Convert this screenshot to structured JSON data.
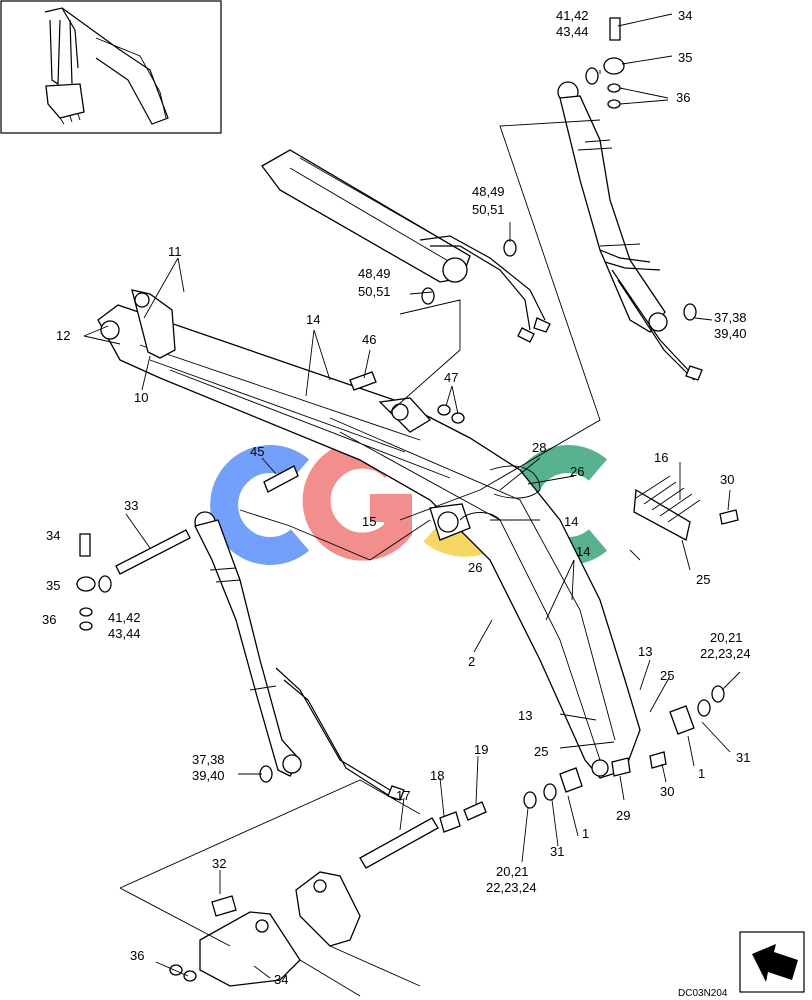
{
  "drawing_code": "DC03N204",
  "watermark": {
    "letters": [
      "C",
      "G",
      "S",
      "C"
    ],
    "colors": [
      "#5b8ff9",
      "#f07b78",
      "#f5d04a",
      "#3aa57a"
    ]
  },
  "callouts": {
    "c34_top": "34",
    "c41_top_a": "41,42",
    "c41_top_b": "43,44",
    "c35_top": "35",
    "c36_top": "36",
    "c48_a1": "48,49",
    "c48_b1": "50,51",
    "c48_a2": "48,49",
    "c48_b2": "50,51",
    "c37_top_a": "37,38",
    "c37_top_b": "39,40",
    "c11": "11",
    "c12": "12",
    "c10": "10",
    "c14_top": "14",
    "c46": "46",
    "c47": "47",
    "c28": "28",
    "c26_top": "26",
    "c16": "16",
    "c30_top": "30",
    "c45": "45",
    "c33": "33",
    "c34_left": "34",
    "c35_left": "35",
    "c36_left": "36",
    "c41_left_a": "41,42",
    "c41_left_b": "43,44",
    "c15": "15",
    "c14_mid": "14",
    "c26_mid": "26",
    "c14_low": "14",
    "c25_right": "25",
    "c2": "2",
    "c13_right": "13",
    "c20_right_a": "20,21",
    "c20_right_b": "22,23,24",
    "c25_mid": "25",
    "c13_left": "13",
    "c25_low": "25",
    "c31_right": "31",
    "c1_right": "1",
    "c30_low": "30",
    "c29": "29",
    "c37_low_a": "37,38",
    "c37_low_b": "39,40",
    "c19": "19",
    "c18": "18",
    "c17": "17",
    "c1_low": "1",
    "c31_low": "31",
    "c20_low_a": "20,21",
    "c20_low_b": "22,23,24",
    "c32": "32",
    "c36_low": "36",
    "c34_low": "34"
  }
}
